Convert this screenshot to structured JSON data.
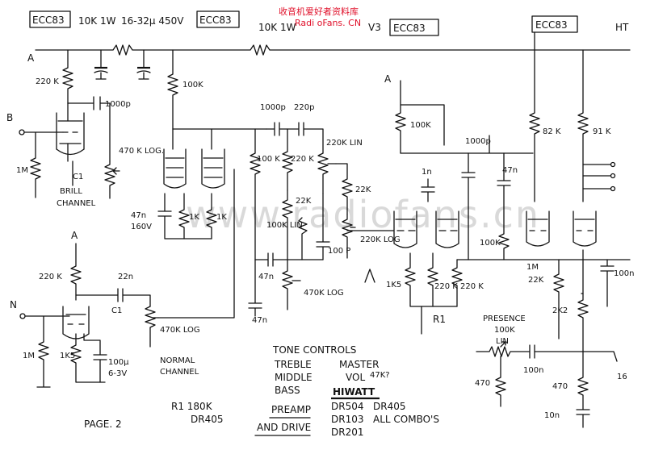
{
  "watermark": {
    "site_cn": "收音机爱好者资料库",
    "site_en": "Radi oFans. CN",
    "background": "www.radiofans.cn",
    "accent_color": "#e0102a"
  },
  "tubes": {
    "v1": "ECC83",
    "v2": "ECC83",
    "v3": "ECC83",
    "v4": "ECC83",
    "v3_label": "V3"
  },
  "power": {
    "dropper": "10K 1W",
    "filter_caps": "16-32µ 450V",
    "dropper2": "10K 1W",
    "ht_label": "HT",
    "a_label": "A"
  },
  "brill": {
    "input": "B",
    "grid_leak": "1M",
    "anode": "220 K",
    "cap": "1000p",
    "cathode_cap": "C1",
    "pot": "470 K LOG.",
    "label_line1": "BRILL",
    "label_line2": "CHANNEL"
  },
  "normal": {
    "input": "N",
    "grid_leak": "1M",
    "anode": "220 K",
    "cathode": "1K5",
    "cap_mid": "22n",
    "cathode_cap_label": "C1",
    "cathode_cap": "100µ",
    "cathode_cap_v": "6-3V",
    "pot": "470K LOG",
    "label_line1": "NORMAL",
    "label_line2": "CHANNEL",
    "a_label": "A"
  },
  "stage2": {
    "anode": "100K",
    "cathode1": "1K",
    "cathode2": "1K",
    "cathode_cap": "47n",
    "cathode_cap_v": "160V"
  },
  "tone": {
    "cap1": "1000p",
    "cap2": "220p",
    "treble": "220K LIN",
    "r100k": "100 K",
    "r220k": "220 K",
    "r22k_a": "22K",
    "bass": "100K LIN",
    "cap100p": "100 P",
    "cap47n_a": "47n",
    "cap47n_b": "47n",
    "middle": "470K LOG",
    "r22k_b": "22K",
    "master": "220K LOG"
  },
  "phase": {
    "anode1": "100K",
    "c1n": "1n",
    "c1000p": "1000p",
    "c47n": "47n",
    "cathode": "1K5",
    "r220a": "220 K",
    "r220b": "220 K",
    "r100k": "100K",
    "r1_label": "R1",
    "a_label": "A"
  },
  "output": {
    "r82k": "82 K",
    "r91k": "91 K",
    "r1m": "1M",
    "r22k": "22K",
    "r2k2": "2K2",
    "c100n": "100n",
    "c100n_b": "100n",
    "presence_line1": "PRESENCE",
    "presence_line2": "100K",
    "presence_line3": "LIN",
    "r470a": "470",
    "r470b": "470",
    "c10n": "10n",
    "edge_label": "16"
  },
  "notes": {
    "tone_line1": "TONE CONTROLS",
    "tone_line2": "TREBLE",
    "tone_line3": "MIDDLE",
    "tone_line4": "BASS",
    "master_line1": "MASTER",
    "master_line2": "VOL",
    "master_q": "47K?",
    "preamp": "PREAMP",
    "and_drive": "AND DRIVE",
    "hiwatt": "HIWATT",
    "m1": "DR504",
    "m2": "DR405",
    "m3": "DR103",
    "m4": "ALL COMBO'S",
    "m5": "DR201",
    "r1_note": "R1 180K",
    "r1_model": "DR405",
    "page": "PAGE. 2"
  }
}
